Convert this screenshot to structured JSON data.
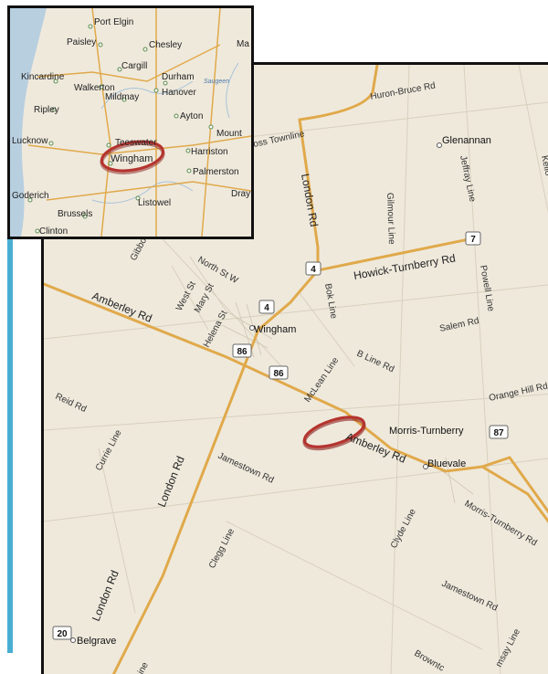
{
  "colors": {
    "accent_bar": "#4aaed3",
    "land": "#efe9dc",
    "major_road": "#e0a94a",
    "minor_road": "#cfc6b2",
    "water": "#b8cfe0",
    "highlight_ring": "#b5332e"
  },
  "inset_map": {
    "towns": [
      "Port Elgin",
      "Paisley",
      "Chesley",
      "Ma",
      "Kincardine",
      "Cargill",
      "Durham",
      "Walkerton",
      "Hanover",
      "Saugeen",
      "Ripley",
      "Mildmay",
      "Ayton",
      "Lucknow",
      "Teeswater",
      "Mount",
      "Harriston",
      "Wingham",
      "Palmerston",
      "Goderich",
      "Listowel",
      "Dray",
      "Brussels",
      "Clinton"
    ],
    "highlighted": "Wingham"
  },
  "main_map": {
    "towns": {
      "wingham": "Wingham",
      "bluevale": "Bluevale",
      "belgrave": "Belgrave",
      "glenannan": "Glenannan",
      "morris_turnberry": "Morris-Turnberry"
    },
    "roads": {
      "huron_bruce": "Huron-Bruce Rd",
      "cross_townline": "oss Townline",
      "london_rd_1": "London Rd",
      "london_rd_2": "London Rd",
      "london_rd_3": "London Rd",
      "glenannan_area_jeffray": "Jeffray Line",
      "gilmour": "Gilmour Line",
      "kello": "Kello",
      "howick_turnberry": "Howick-Turnberry Rd",
      "gibbons": "Gibbons Line",
      "north_st_w": "North St W",
      "west_st": "West St",
      "mary_st": "Mary St",
      "helena_st": "Helena St",
      "amberley_1": "Amberley Rd",
      "amberley_2": "Amberley Rd",
      "bok": "Bok Line",
      "powell": "Powell Line",
      "salem": "Salem Rd",
      "mclean": "McLean Line",
      "b_line": "B Line Rd",
      "reid": "Reid Rd",
      "orange_hill": "Orange Hill Rd",
      "currie": "Currie Line",
      "jamestown_1": "Jamestown Rd",
      "jamestown_2": "Jamestown Rd",
      "morris_turnberry_rd": "Morris-Turnberry Rd",
      "clyde": "Clyde Line",
      "clegg": "Clegg Line",
      "brownt": "Browntc",
      "ine_partial": "ine",
      "msay": "msay Line"
    },
    "shields": {
      "hwy4_a": "4",
      "hwy4_b": "4",
      "hwy7": "7",
      "hwy86_a": "86",
      "hwy86_b": "86",
      "hwy87": "87",
      "hwy20": "20"
    },
    "highlighted": "Amberley Rd"
  }
}
